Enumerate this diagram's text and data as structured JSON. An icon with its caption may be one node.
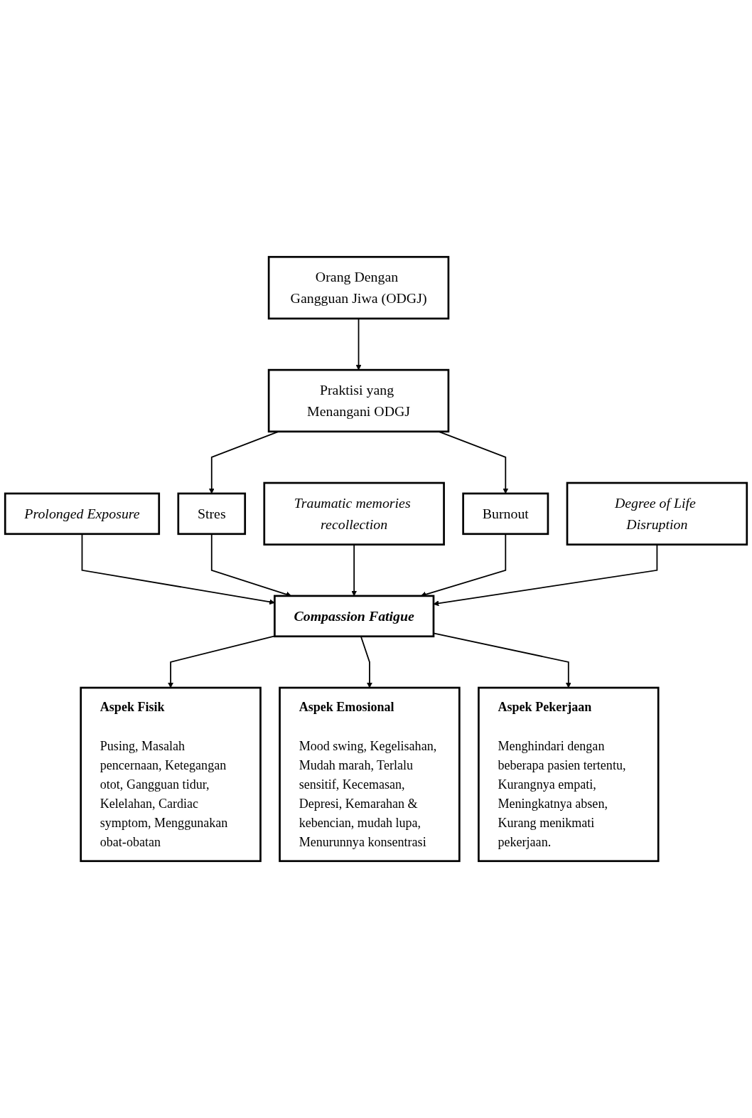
{
  "diagram": {
    "nodes": [
      {
        "text": [
          "Orang Dengan Gangguan Jiwa (ODGJ)"
        ]
      },
      {
        "text": [
          "Praktisi yang Menangani ODGJ"
        ]
      },
      {
        "text": [
          "Prolonged Exposure"
        ]
      },
      {
        "text": [
          "Stres"
        ]
      },
      {
        "text": [
          "Traumatic memories recollection"
        ]
      },
      {
        "text": [
          "Burnout"
        ]
      },
      {
        "text": [
          "Degree of Life Disruption"
        ]
      },
      {
        "text": [
          "Compassion Fatigue"
        ]
      },
      {
        "text": [
          "Aspek Fisik",
          "Pusing, Masalah pencernaan, Ketegangan otot, Gangguan tidur, Kelelahan, Cardiac symptom, Menggunakan obat-obatan"
        ]
      },
      {
        "text": [
          "Aspek Emosional",
          "Mood swing, Kegelisahan, Mudah marah, Terlalu sensitif, Kecemasan, Depresi, Kemarahan & kebencian, mudah lupa, Menurunnya konsentrasi"
        ]
      },
      {
        "text": [
          "Aspek Pekerjaan",
          "Menghindari dengan beberapa pasien tertentu, Kurangnya empati, Meningkatnya absen, Kurang menikmati pekerjaan."
        ]
      }
    ],
    "edges": [
      {
        "from": 0,
        "to": 1,
        "arrow": "to"
      },
      {
        "from": 1,
        "to": 3,
        "arrow": "to"
      },
      {
        "from": 1,
        "to": 5,
        "arrow": "to"
      },
      {
        "from": 2,
        "to": 7,
        "arrow": "to"
      },
      {
        "from": 3,
        "to": 7,
        "arrow": "to"
      },
      {
        "from": 4,
        "to": 7,
        "arrow": "to"
      },
      {
        "from": 5,
        "to": 7,
        "arrow": "to"
      },
      {
        "from": 6,
        "to": 7,
        "arrow": "to"
      },
      {
        "from": 7,
        "to": 8,
        "arrow": "to"
      },
      {
        "from": 7,
        "to": 9,
        "arrow": "to"
      },
      {
        "from": 7,
        "to": 10,
        "arrow": "to"
      }
    ]
  }
}
